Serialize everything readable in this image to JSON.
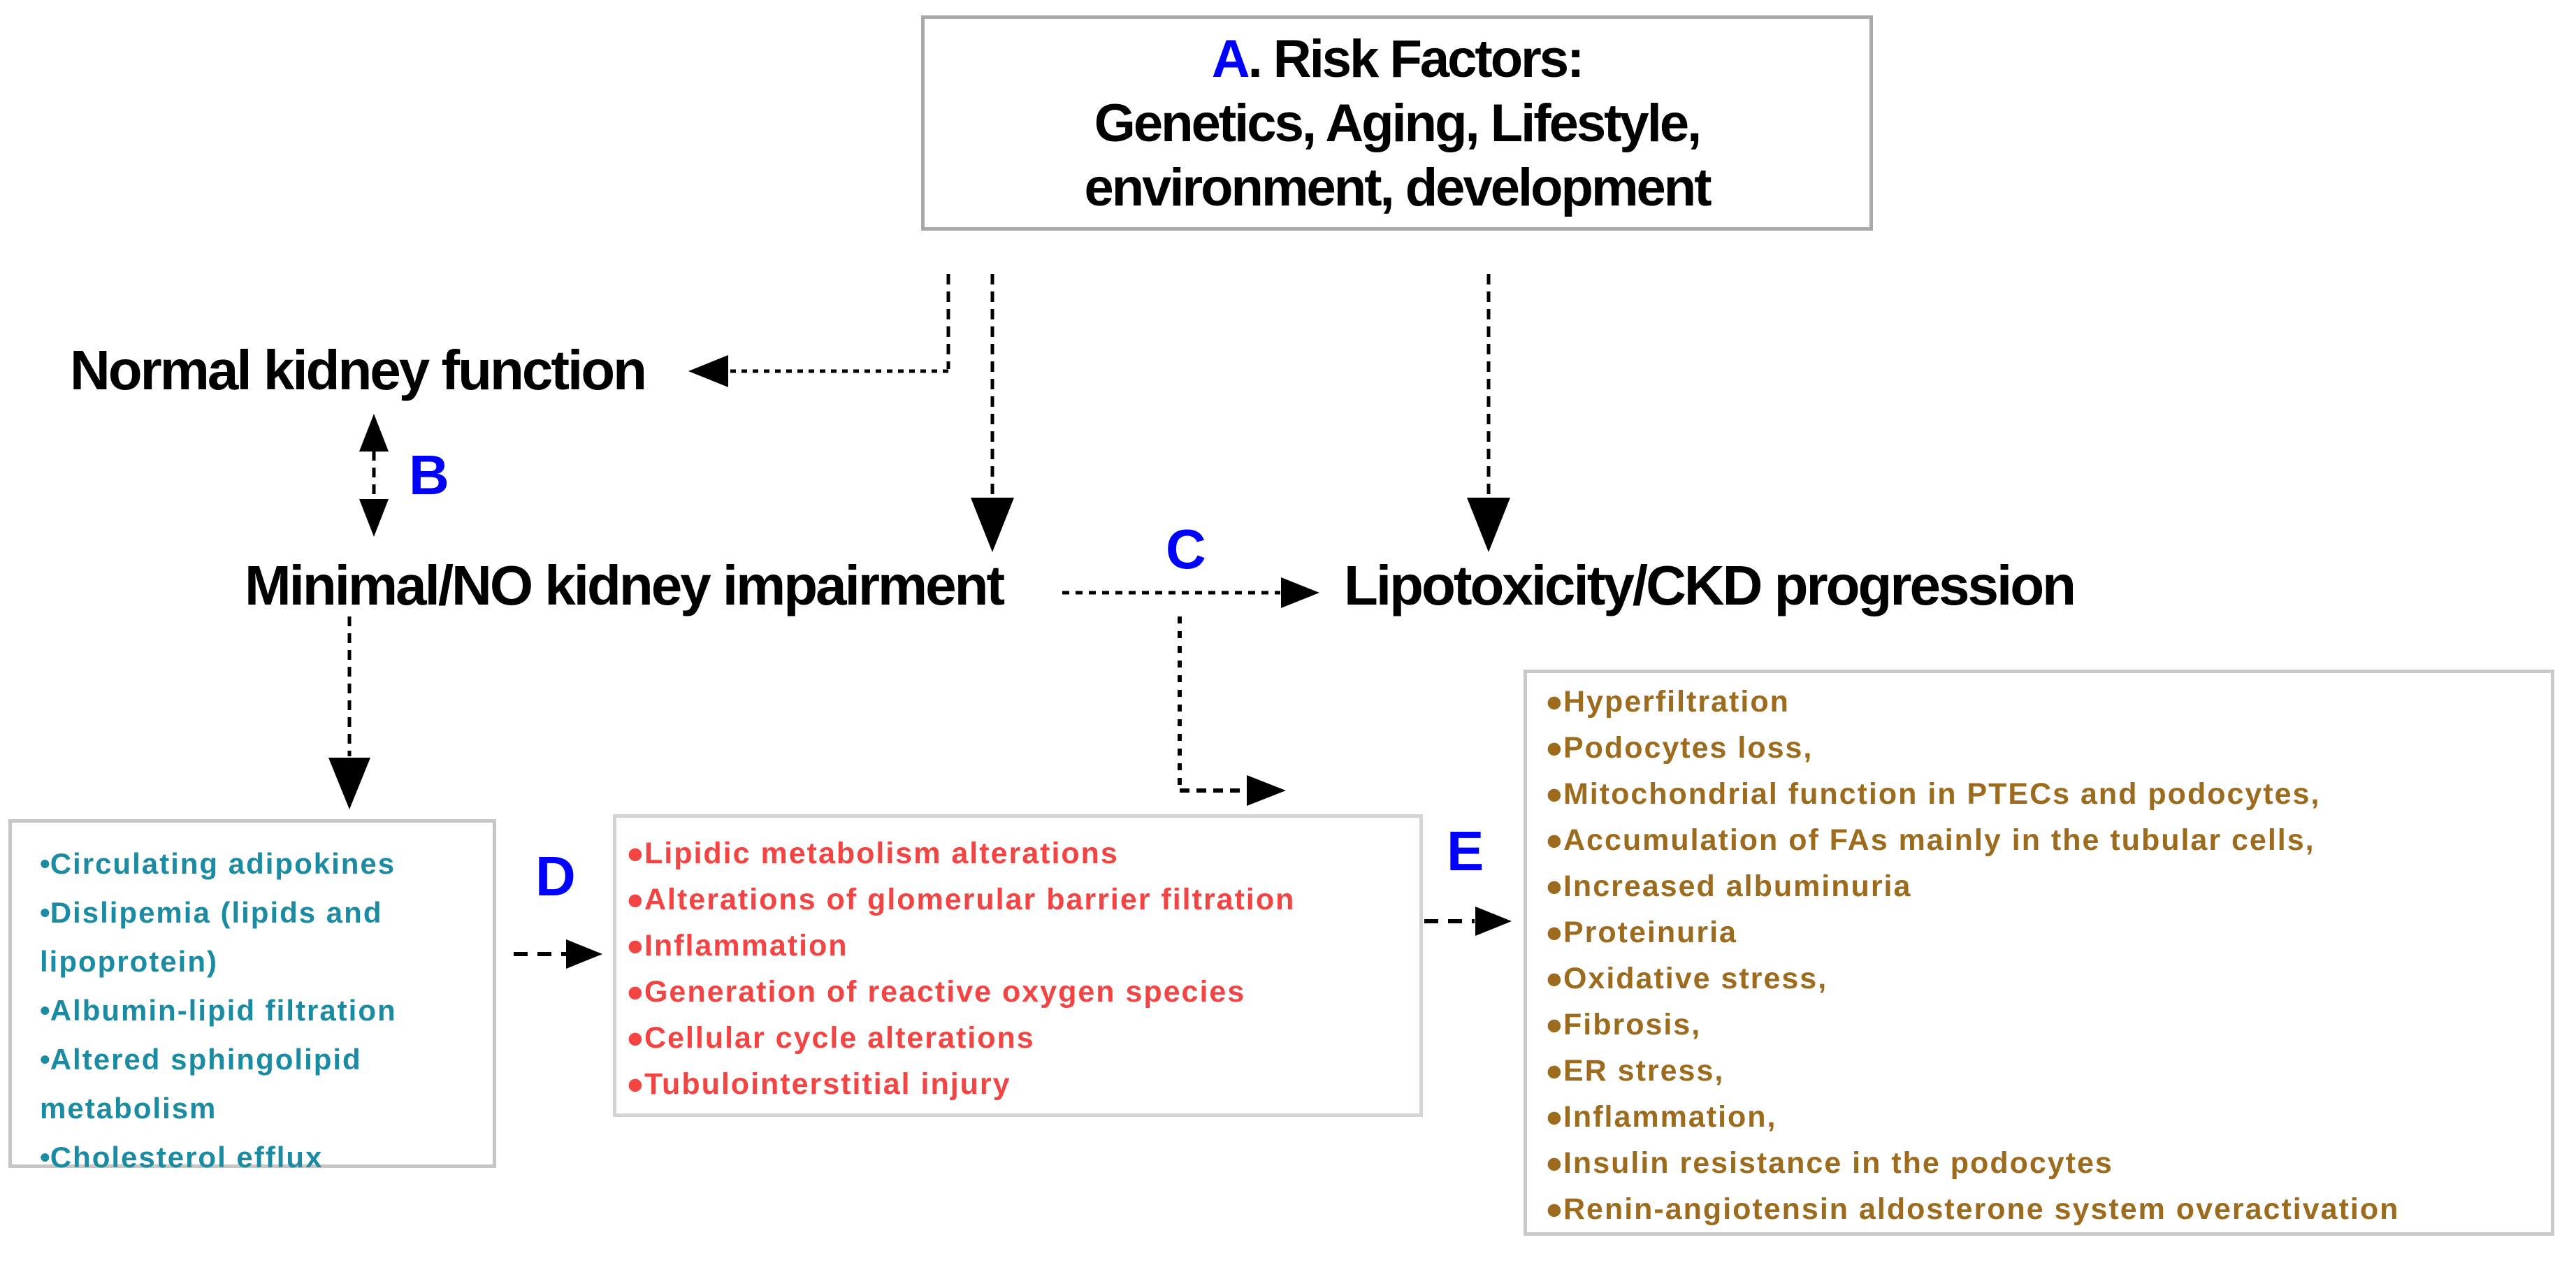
{
  "risk_box": {
    "letter": "A",
    "after_letter": ". Risk Factors:",
    "line2": "Genetics, Aging, Lifestyle,",
    "line3": "environment, development"
  },
  "nodes": {
    "normal": "Normal kidney function",
    "minimal": "Minimal/NO kidney impairment",
    "lipotoxicity": "Lipotoxicity/CKD progression"
  },
  "letters": {
    "b": "B",
    "c": "C",
    "d": "D",
    "e": "E"
  },
  "left_box": {
    "items": [
      {
        "bullet": "•",
        "text": "Circulating adipokines"
      },
      {
        "bullet": "•",
        "text": "Dislipemia (lipids and"
      },
      {
        "bullet": "",
        "text": "lipoprotein)"
      },
      {
        "bullet": "•",
        "text": "Albumin-lipid filtration"
      },
      {
        "bullet": "•",
        "text": "Altered sphingolipid"
      },
      {
        "bullet": "",
        "text": "metabolism"
      },
      {
        "bullet": "•",
        "text": "Cholesterol efflux"
      }
    ]
  },
  "middle_box": {
    "items": [
      {
        "bullet": "●",
        "text": "Lipidic metabolism alterations"
      },
      {
        "bullet": "●",
        "text": "Alterations of glomerular barrier filtration"
      },
      {
        "bullet": "●",
        "text": "Inflammation"
      },
      {
        "bullet": "●",
        "text": "Generation of reactive oxygen species"
      },
      {
        "bullet": "●",
        "text": "Cellular cycle alterations"
      },
      {
        "bullet": "●",
        "text": "Tubulointerstitial injury"
      }
    ]
  },
  "right_box": {
    "items": [
      {
        "bullet": "●",
        "text": "Hyperfiltration"
      },
      {
        "bullet": "●",
        "text": "Podocytes loss,"
      },
      {
        "bullet": "●",
        "text": "Mitochondrial function in PTECs and podocytes,"
      },
      {
        "bullet": "●",
        "text": "Accumulation of FAs mainly in the tubular cells,"
      },
      {
        "bullet": "●",
        "text": "Increased albuminuria"
      },
      {
        "bullet": "●",
        "text": "Proteinuria"
      },
      {
        "bullet": "●",
        "text": "Oxidative stress,"
      },
      {
        "bullet": "●",
        "text": "Fibrosis,"
      },
      {
        "bullet": "●",
        "text": "ER stress,"
      },
      {
        "bullet": "●",
        "text": "Inflammation,"
      },
      {
        "bullet": "●",
        "text": "Insulin resistance in the podocytes"
      },
      {
        "bullet": "●",
        "text": "Renin-angiotensin aldosterone system overactivation"
      }
    ]
  },
  "colors": {
    "letter_blue": "#0000FE",
    "left_teal": "#1A8BA3",
    "middle_red": "#F34444",
    "right_brown": "#9C6B1E",
    "arrow_black": "#000000",
    "title_border_gray": "#A9A9A9",
    "box_border_gray": "#C8C8C8"
  }
}
